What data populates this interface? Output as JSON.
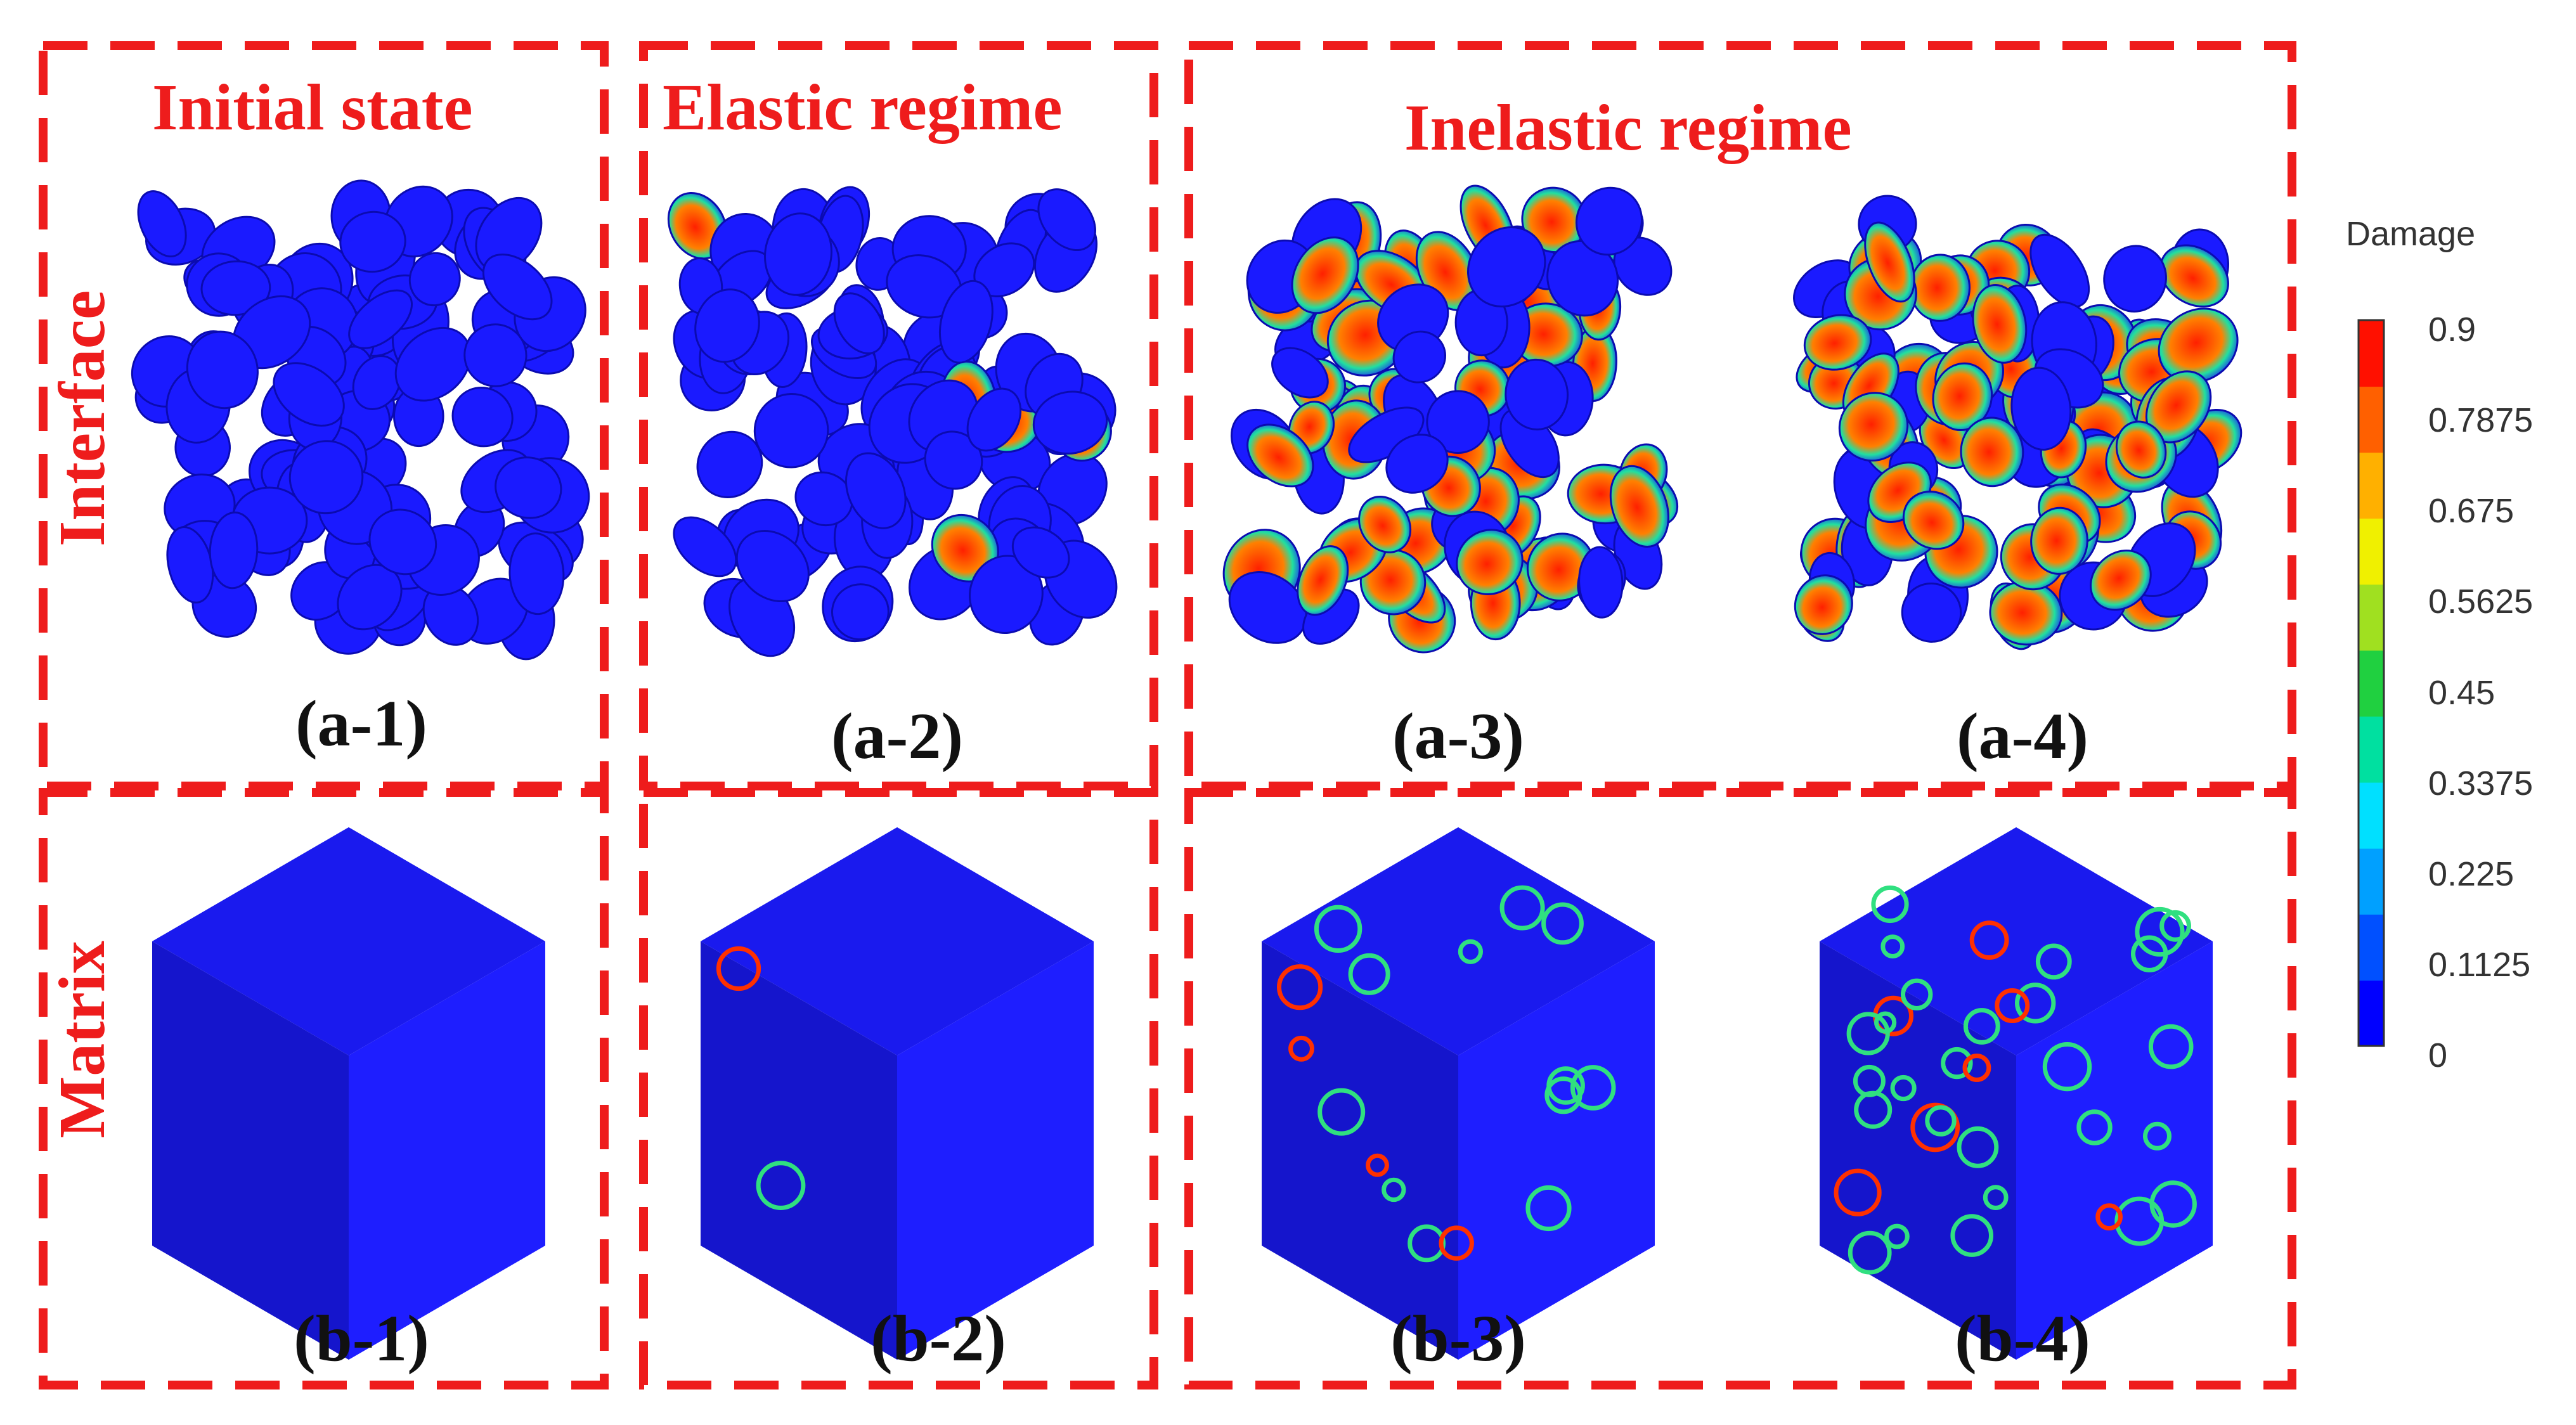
{
  "columns": {
    "initial": "Initial state",
    "elastic": "Elastic regime",
    "inelastic": "Inelastic regime"
  },
  "rows": {
    "interface": "Interface",
    "matrix": "Matrix"
  },
  "captions": {
    "a1": "(a-1)",
    "a2": "(a-2)",
    "a3": "(a-3)",
    "a4": "(a-4)",
    "b1": "(b-1)",
    "b2": "(b-2)",
    "b3": "(b-3)",
    "b4": "(b-4)"
  },
  "colorbar": {
    "title": "Damage",
    "ticks": [
      "0.9",
      "0.7875",
      "0.675",
      "0.5625",
      "0.45",
      "0.3375",
      "0.225",
      "0.1125",
      "0"
    ],
    "colors": [
      "#0000ff",
      "#0050ff",
      "#00a0ff",
      "#00e0ff",
      "#00e0a0",
      "#20d040",
      "#a0e020",
      "#f0f000",
      "#ffb000",
      "#ff6000",
      "#ff1000"
    ]
  },
  "colors": {
    "frame": "#ee1c1c",
    "damage_low": "#1a1aff",
    "damage_high": "#ff2a00"
  }
}
